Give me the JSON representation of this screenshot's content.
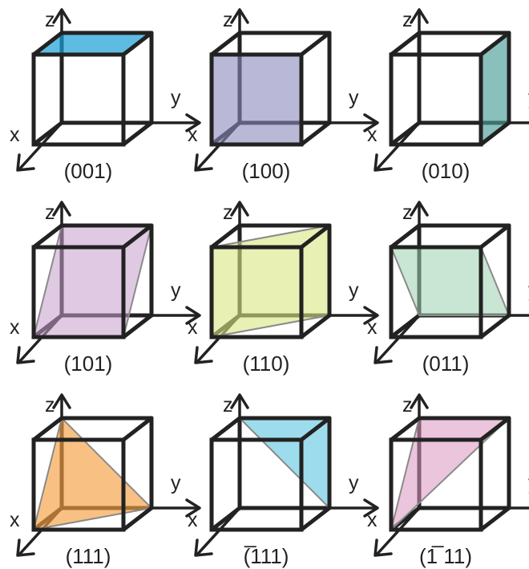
{
  "figure": {
    "axis_labels": {
      "x": "x",
      "y": "y",
      "z": "z"
    },
    "panels": [
      {
        "label": "(001)",
        "plane_color": "#1a9fd6",
        "plane_opacity": 0.7,
        "plane_vertices": [
          "tfl",
          "tfr",
          "tbr",
          "tbl"
        ]
      },
      {
        "label": "(100)",
        "plane_color": "#8b8bbd",
        "plane_opacity": 0.6,
        "plane_vertices": [
          "tfl",
          "tfr",
          "bfr",
          "bfl"
        ]
      },
      {
        "label": "(010)",
        "plane_color": "#4a9e98",
        "plane_opacity": 0.65,
        "plane_vertices": [
          "tfr",
          "tbr",
          "bbr",
          "bfr"
        ]
      },
      {
        "label": "(101)",
        "plane_color": "#c79ccc",
        "plane_opacity": 0.55,
        "plane_vertices": [
          "tbl",
          "tbr",
          "bfr",
          "bfl"
        ]
      },
      {
        "label": "(110)",
        "plane_color": "#d9e680",
        "plane_opacity": 0.6,
        "plane_vertices": [
          "tfl",
          "tbr",
          "bbr",
          "bfl"
        ]
      },
      {
        "label": "(011)",
        "plane_color": "#9ccfb0",
        "plane_opacity": 0.55,
        "plane_vertices": [
          "tfl",
          "tfr",
          "bbr",
          "bbl"
        ]
      },
      {
        "label": "(111)",
        "plane_color": "#f5a040",
        "plane_opacity": 0.65,
        "plane_vertices": [
          "tbl",
          "bfl",
          "bbr"
        ]
      },
      {
        "label": "(̅111)",
        "plane_color": "#5cc4e0",
        "plane_opacity": 0.6,
        "plane_vertices": [
          "tbl",
          "tbr",
          "bbr"
        ]
      },
      {
        "label": "(1̅ 11)",
        "plane_color": "#d995c0",
        "plane_opacity": 0.55,
        "plane_vertices": [
          "tbl",
          "tbr",
          "bfl"
        ]
      }
    ]
  }
}
